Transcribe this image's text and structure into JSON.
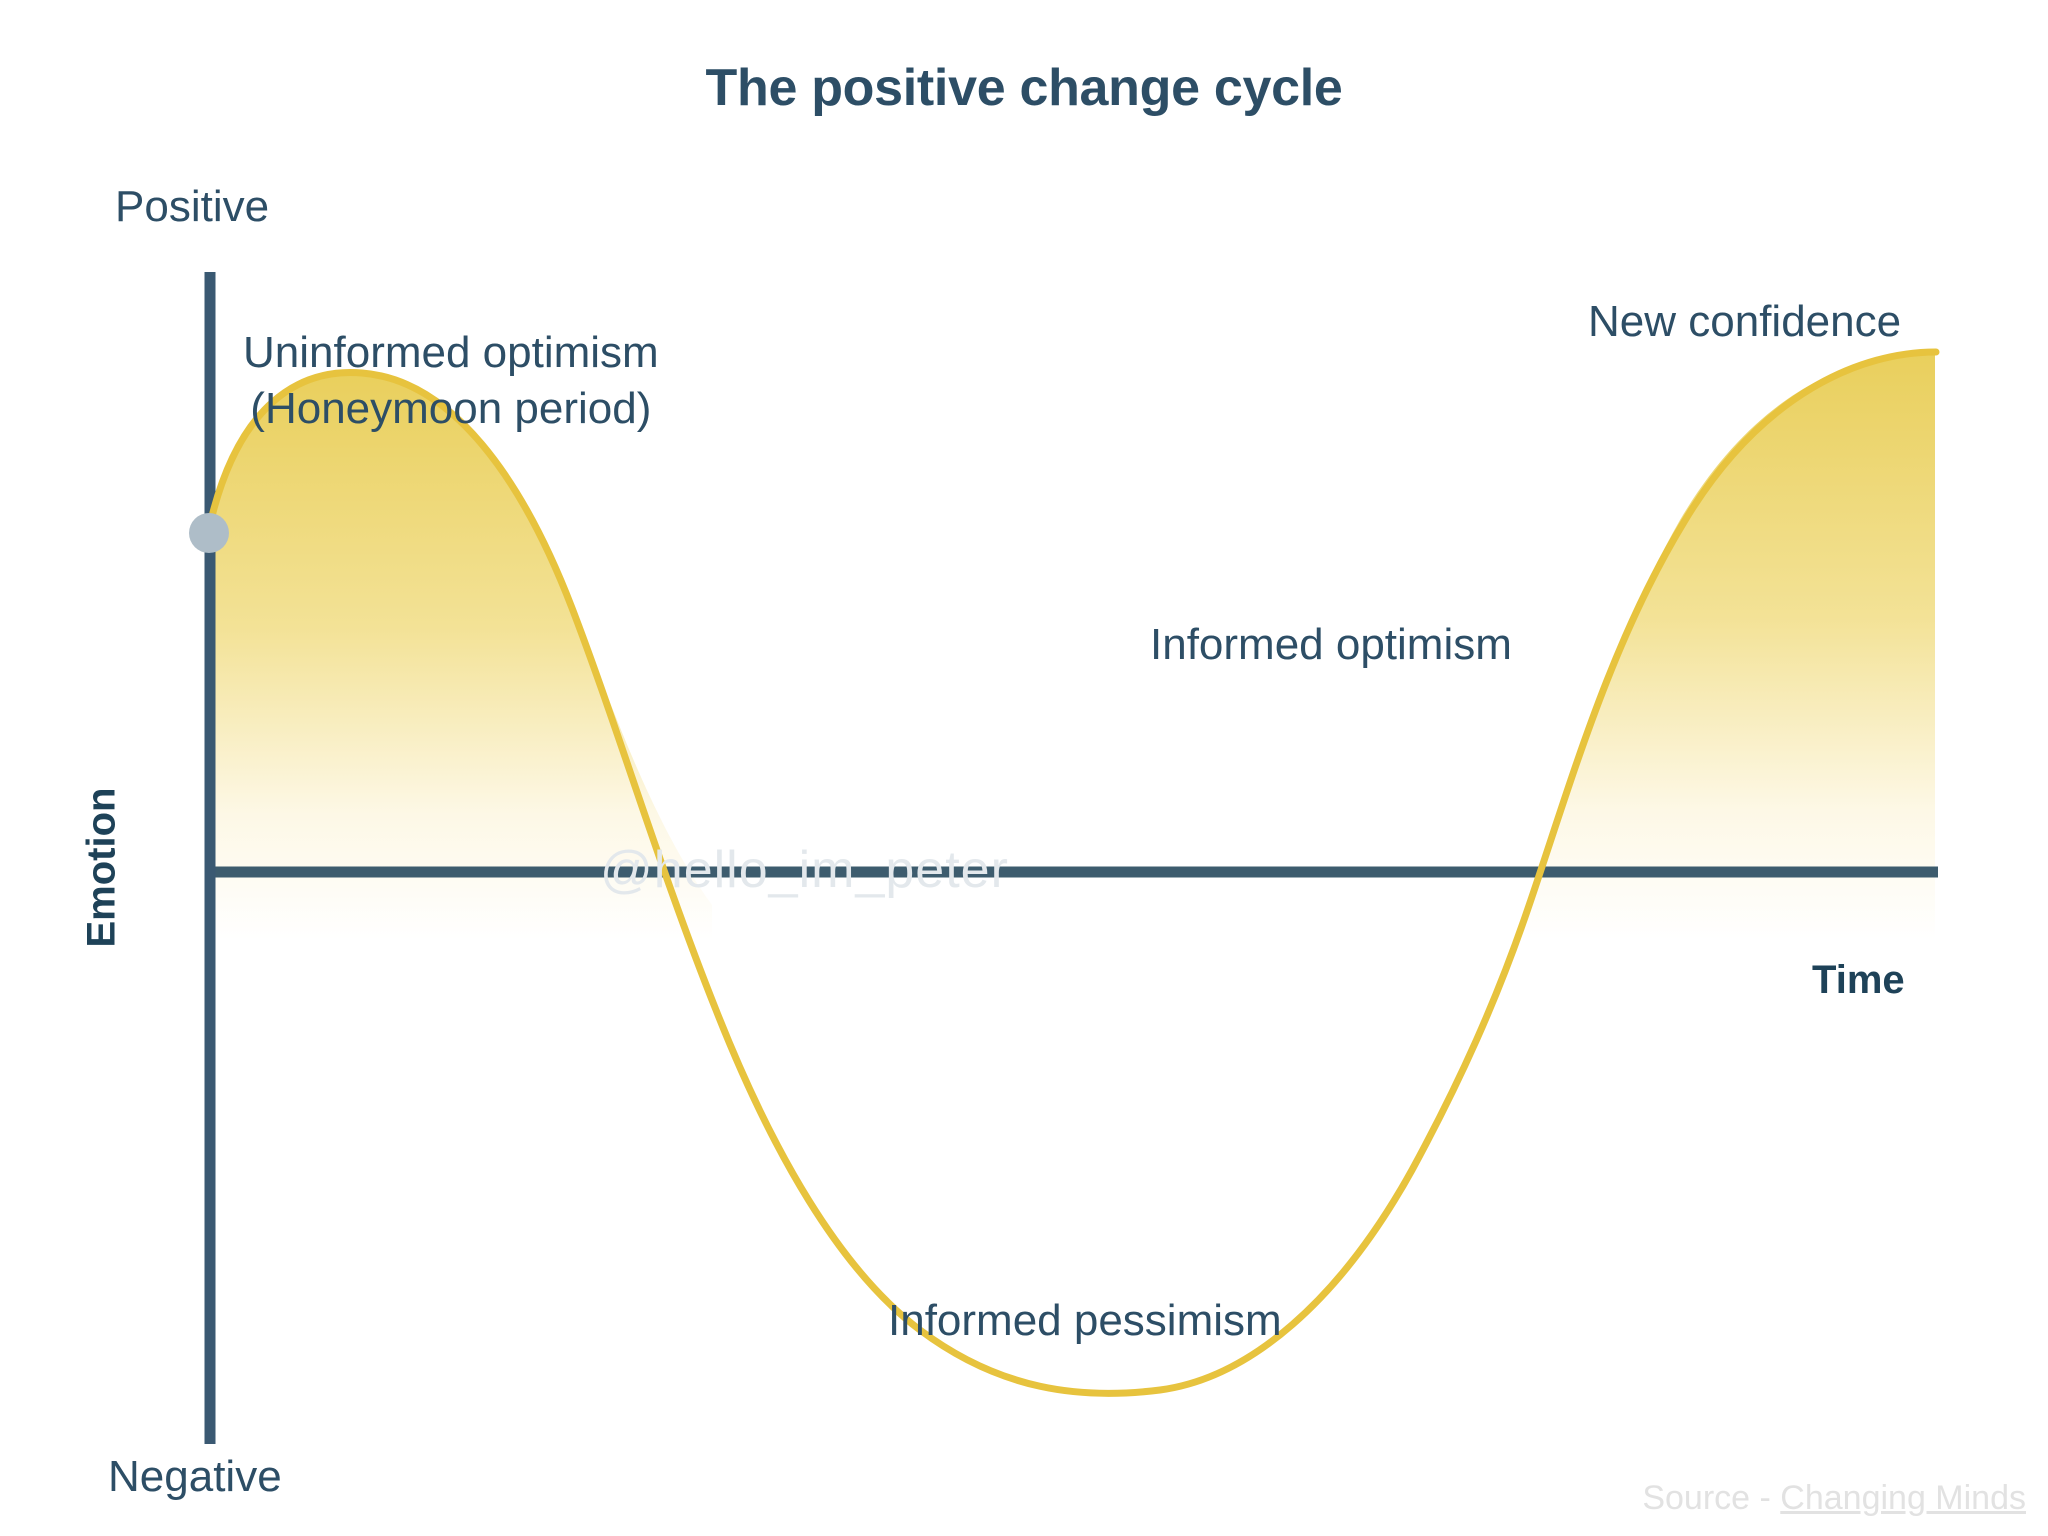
{
  "title": "The positive change cycle",
  "axes": {
    "y_top_label": "Positive",
    "y_bottom_label": "Negative",
    "y_title": "Emotion",
    "x_title": "Time"
  },
  "annotations": {
    "uninformed_line1": "Uninformed optimism",
    "uninformed_line2": "(Honeymoon period)",
    "new_confidence": "New confidence",
    "informed_optimism": "Informed optimism",
    "informed_pessimism": "Informed pessimism"
  },
  "watermark": "@hello_im_peter",
  "source": {
    "prefix": "Source - ",
    "link": "Changing Minds"
  },
  "colors": {
    "ink": "#2d4e66",
    "axis": "#3a5a6e",
    "curve": "#e8c53f",
    "fill_top": "#ead15f",
    "fill_bottom": "#ffffff",
    "start_dot": "#aebdc8",
    "watermark": "#e3e8ec",
    "source_text": "#e2e2e2"
  },
  "chart_data": {
    "type": "line",
    "title": "The positive change cycle",
    "xlabel": "Time",
    "ylabel": "Emotion",
    "grid": false,
    "legend": null,
    "ylim": [
      -1,
      1
    ],
    "ytick_labels": [
      "Negative",
      "Positive"
    ],
    "zero_line": true,
    "filled_area": true,
    "start_marker": {
      "x": 0,
      "y": 0.62,
      "label": ""
    },
    "phases": [
      {
        "name": "Uninformed optimism (Honeymoon period)",
        "x_range": [
          0,
          0.17
        ]
      },
      {
        "name": "Informed pessimism",
        "x_range": [
          0.17,
          0.57
        ]
      },
      {
        "name": "Informed optimism",
        "x_range": [
          0.57,
          0.82
        ]
      },
      {
        "name": "New confidence",
        "x_range": [
          0.82,
          1.0
        ]
      }
    ],
    "series": [
      {
        "name": "Emotion",
        "x": [
          0.0,
          0.03,
          0.06,
          0.09,
          0.12,
          0.15,
          0.18,
          0.21,
          0.24,
          0.27,
          0.29,
          0.32,
          0.35,
          0.38,
          0.41,
          0.44,
          0.47,
          0.5,
          0.53,
          0.56,
          0.59,
          0.62,
          0.65,
          0.68,
          0.71,
          0.74,
          0.77,
          0.8,
          0.83,
          0.86,
          0.89,
          0.92,
          0.95,
          1.0
        ],
        "y": [
          0.62,
          0.74,
          0.79,
          0.8,
          0.78,
          0.72,
          0.62,
          0.46,
          0.27,
          0.05,
          -0.18,
          -0.4,
          -0.6,
          -0.75,
          -0.86,
          -0.93,
          -0.97,
          -0.98,
          -0.97,
          -0.93,
          -0.86,
          -0.76,
          -0.63,
          -0.47,
          -0.28,
          -0.07,
          0.15,
          0.36,
          0.54,
          0.69,
          0.8,
          0.87,
          0.92,
          0.96
        ]
      }
    ]
  }
}
